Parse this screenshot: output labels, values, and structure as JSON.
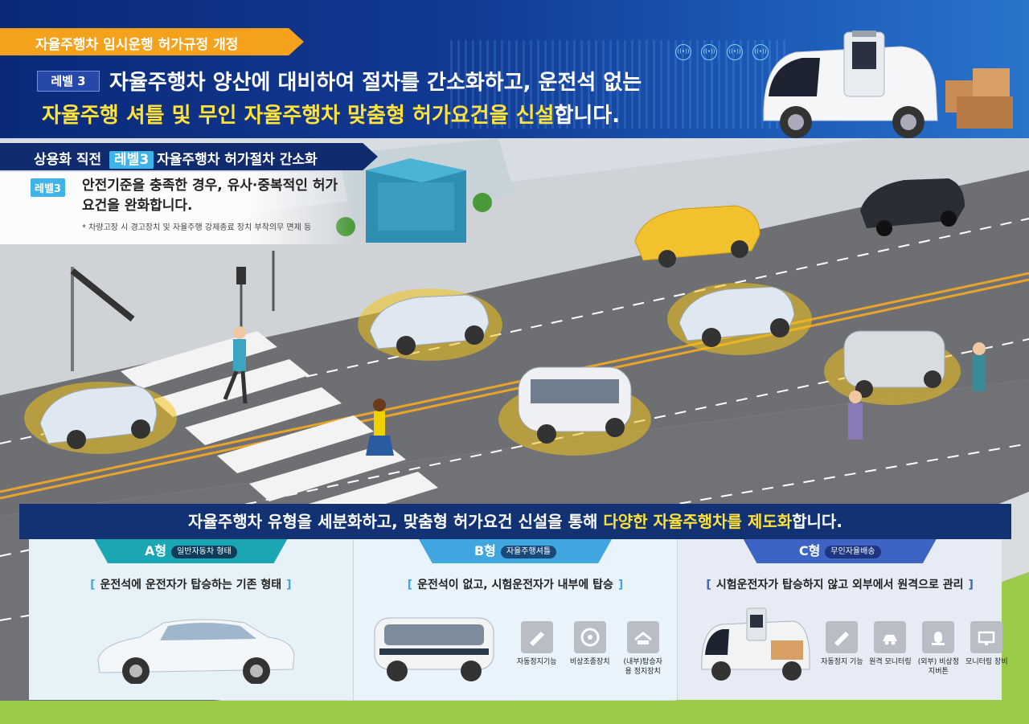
{
  "header": {
    "banner": "자율주행차 임시운행 허가규정 개정",
    "level_badge": "레벨 3",
    "headline_line1": "자율주행차 양산에 대비하여 절차를 간소화하고, 운전석 없는",
    "headline_line2_highlight": "자율주행 셔틀 및 무인 자율주행차 맞춤형 허가요건을 신설",
    "headline_line2_suffix": "합니다.",
    "signal_icons": [
      "((•))",
      "((•))",
      "((•))",
      "((•))"
    ]
  },
  "section1": {
    "prefix": "상용화 직전",
    "badge": "레벨3",
    "title": "자율주행차 허가절차 간소화",
    "info_badge": "레벨3",
    "info_text": "안전기준을 충족한 경우, 유사·중복적인 허가요건을 완화합니다.",
    "note": "* 차량고장 시 경고장치 및 자율주행 강제종료 장치 부착의무 면제 등"
  },
  "section2": {
    "title_prefix": "자율주행차 유형을 세분화하고, 맞춤형 허가요건 신설을 통해 ",
    "title_highlight": "다양한 자율주행차를 제도화",
    "title_suffix": "합니다.",
    "panels": [
      {
        "type": "A형",
        "sub": "일반자동차 형태",
        "desc": "운전석에 운전자가 탑승하는 기존 형태",
        "features": []
      },
      {
        "type": "B형",
        "sub": "자율주행셔틀",
        "desc": "운전석이 없고, 시험운전자가 내부에 탑승",
        "features": [
          {
            "icon": "auto-stop-icon",
            "label": "자동정지기능"
          },
          {
            "icon": "emergency-control-icon",
            "label": "비상조종장치"
          },
          {
            "icon": "boarding-stop-icon",
            "label": "(내부)탑승자용 정지장치"
          }
        ]
      },
      {
        "type": "C형",
        "sub": "무인자율배송",
        "desc": "시험운전자가 탑승하지 않고 외부에서 원격으로 관리",
        "features": [
          {
            "icon": "auto-stop-icon",
            "label": "자동정지 기능"
          },
          {
            "icon": "remote-monitor-icon",
            "label": "원격 모니터링"
          },
          {
            "icon": "emergency-button-icon",
            "label": "(외부) 비상정지버튼"
          },
          {
            "icon": "monitoring-device-icon",
            "label": "모니터링 장비"
          }
        ]
      }
    ]
  },
  "colors": {
    "header_bg": "#123a94",
    "banner_orange": "#f4a21c",
    "highlight_yellow": "#ffe23a",
    "tab_a": "#1aa6b3",
    "tab_b": "#3fa6e0",
    "tab_c": "#3d63c4",
    "grass": "#9ccb4a"
  }
}
